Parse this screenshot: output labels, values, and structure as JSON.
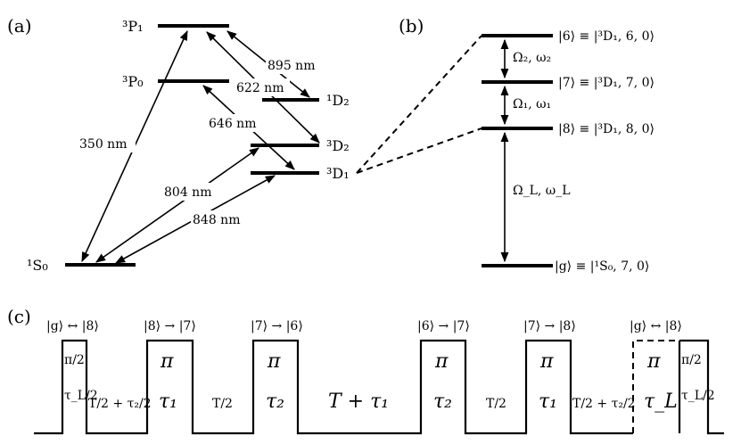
{
  "panel_labels": {
    "a": "(a)",
    "b": "(b)",
    "c": "(c)"
  },
  "panel_a": {
    "levels": {
      "p1": "³P₁",
      "p0": "³P₀",
      "d2_1": "¹D₂",
      "d2_3": "³D₂",
      "d1": "³D₁",
      "s0": "¹S₀"
    },
    "transitions": {
      "t350": "350 nm",
      "t895": "895 nm",
      "t622": "622 nm",
      "t646": "646 nm",
      "t804": "804 nm",
      "t848": "848 nm"
    }
  },
  "panel_b": {
    "states": {
      "s6": "|6⟩ ≡ |³D₁, 6, 0⟩",
      "s7": "|7⟩ ≡ |³D₁, 7, 0⟩",
      "s8": "|8⟩ ≡ |³D₁, 8, 0⟩",
      "sg": "|g⟩ ≡ |¹S₀, 7, 0⟩"
    },
    "couplings": {
      "c2": "Ω₂, ω₂",
      "c1": "Ω₁, ω₁",
      "cl": "Ω_L, ω_L"
    }
  },
  "panel_c": {
    "headers": [
      "|g⟩ ↔ |8⟩",
      "|8⟩ → |7⟩",
      "|7⟩ → |6⟩",
      "|6⟩ → |7⟩",
      "|7⟩ → |8⟩",
      "|g⟩ ↔ |8⟩"
    ],
    "pi_half": "π/2",
    "pi": "π",
    "tauL_half": "τ_L/2",
    "tau1": "τ₁",
    "tau2": "τ₂",
    "tauL": "τ_L",
    "gap_first": "T/2 + τ₂/2",
    "gap_T2": "T/2",
    "gap_T_tau1": "T + τ₁",
    "gap_last": "T/2 + τ₂/2"
  }
}
